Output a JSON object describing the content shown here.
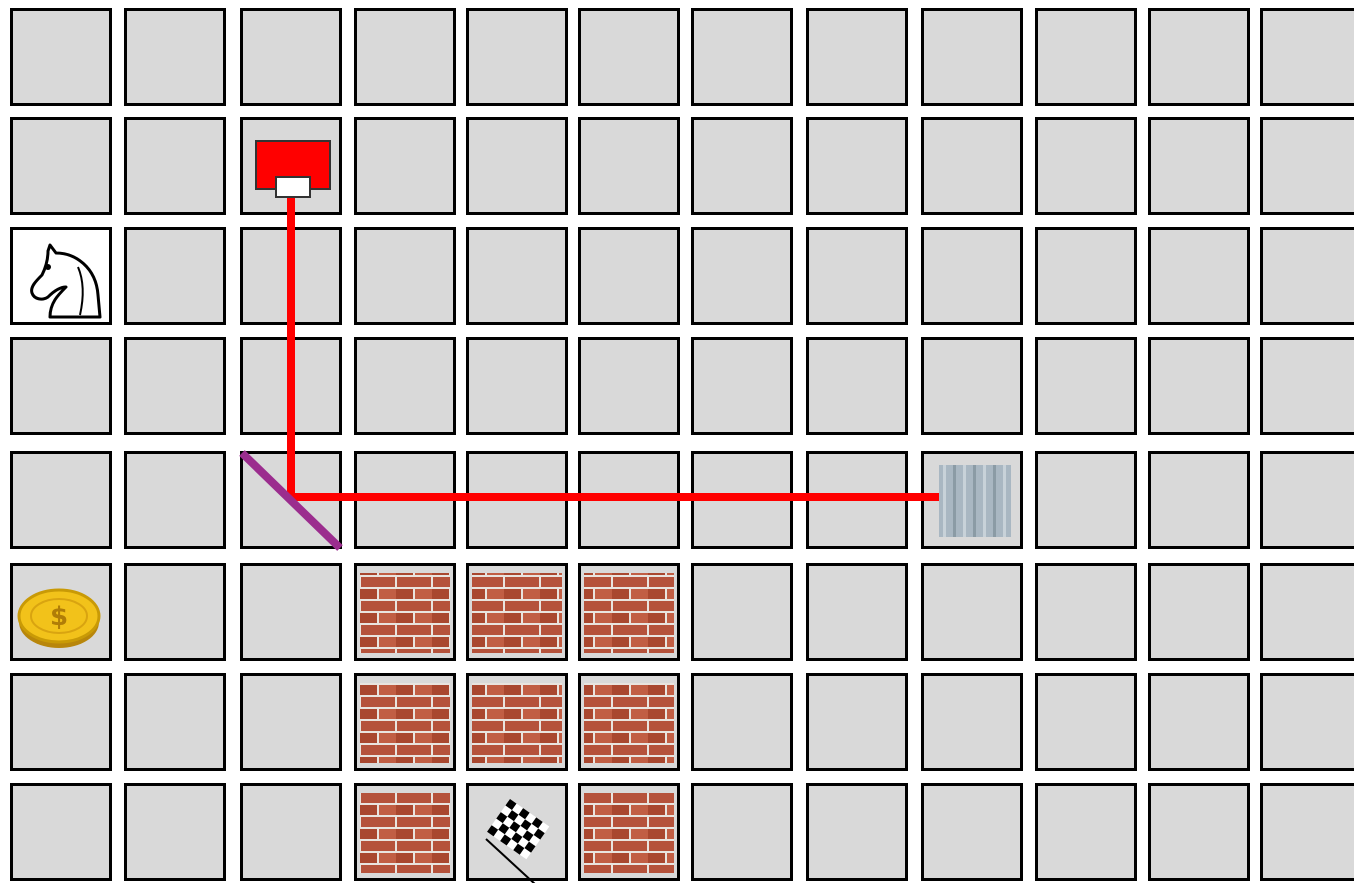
{
  "board": {
    "rows": 8,
    "cols": 12,
    "cell_color": "#d9d9d9",
    "border_color": "#000000"
  },
  "pieces": [
    {
      "name": "knight",
      "icon": "knight-icon",
      "row": 2,
      "col": 0
    },
    {
      "name": "laser-emitter",
      "icon": "laser-emitter-icon",
      "row": 1,
      "col": 2,
      "color": "#ff0000"
    },
    {
      "name": "diagonal-mirror",
      "icon": "mirror-icon",
      "row": 4,
      "col": 2,
      "color": "#9b2d8e"
    },
    {
      "name": "laser-target",
      "icon": "metal-block-icon",
      "row": 4,
      "col": 8
    },
    {
      "name": "coin",
      "icon": "coin-icon",
      "row": 5,
      "col": 0
    },
    {
      "name": "finish-flag",
      "icon": "checkered-flag-icon",
      "row": 7,
      "col": 4
    }
  ],
  "walls": [
    {
      "row": 5,
      "col": 3
    },
    {
      "row": 5,
      "col": 4
    },
    {
      "row": 5,
      "col": 5
    },
    {
      "row": 6,
      "col": 3
    },
    {
      "row": 6,
      "col": 4
    },
    {
      "row": 6,
      "col": 5
    },
    {
      "row": 7,
      "col": 3
    },
    {
      "row": 7,
      "col": 5
    }
  ],
  "laser_path": {
    "color": "#ff0000",
    "points": [
      {
        "row": 1,
        "col": 2
      },
      {
        "row": 4,
        "col": 2
      },
      {
        "row": 4,
        "col": 8
      }
    ]
  }
}
